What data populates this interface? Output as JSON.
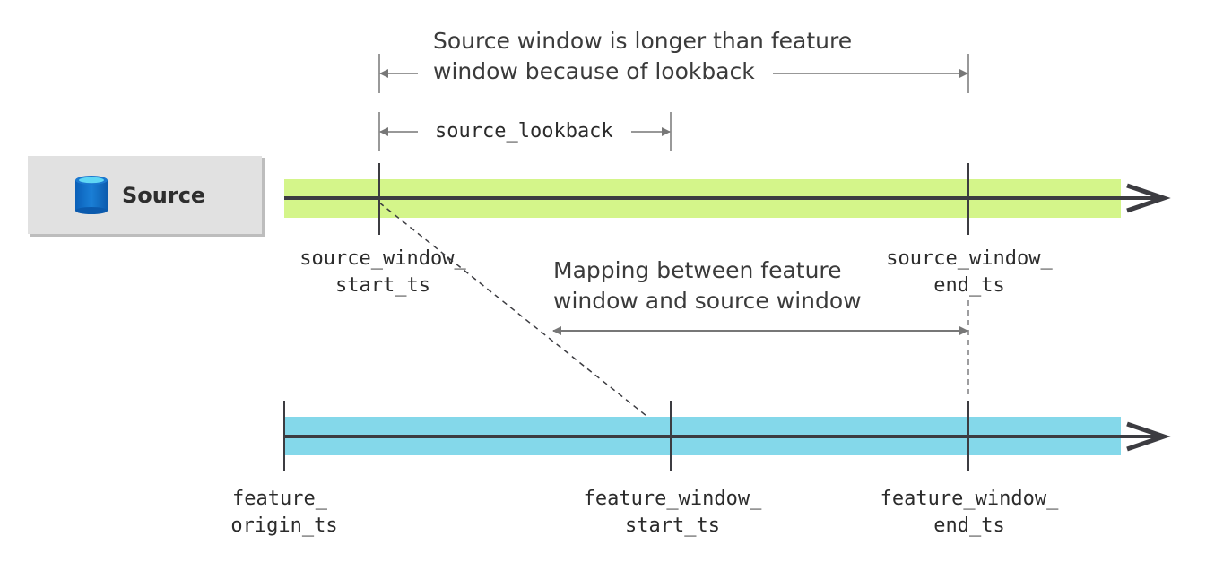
{
  "source_box": {
    "label": "Source",
    "icon": "database-cylinder-icon"
  },
  "annotations": {
    "source_window_note_line1": "Source window is longer than feature",
    "source_window_note_line2": "window because of lookback",
    "source_lookback": "source_lookback",
    "mapping_line1": "Mapping  between feature",
    "mapping_line2": "window and source window"
  },
  "source_timeline": {
    "color": "#d4f58a",
    "labels": {
      "start_line1": "source_window_",
      "start_line2": "start_ts",
      "end_line1": "source_window_",
      "end_line2": "end_ts"
    }
  },
  "feature_timeline": {
    "color": "#84d8ea",
    "labels": {
      "origin_line1": "feature_",
      "origin_line2": "origin_ts",
      "start_line1": "feature_window_",
      "start_line2": "start_ts",
      "end_line1": "feature_window_",
      "end_line2": "end_ts"
    }
  },
  "colors": {
    "axis": "#3c3c41",
    "annotation_arrow": "#777777",
    "source_box_bg": "#e1e1e1"
  }
}
